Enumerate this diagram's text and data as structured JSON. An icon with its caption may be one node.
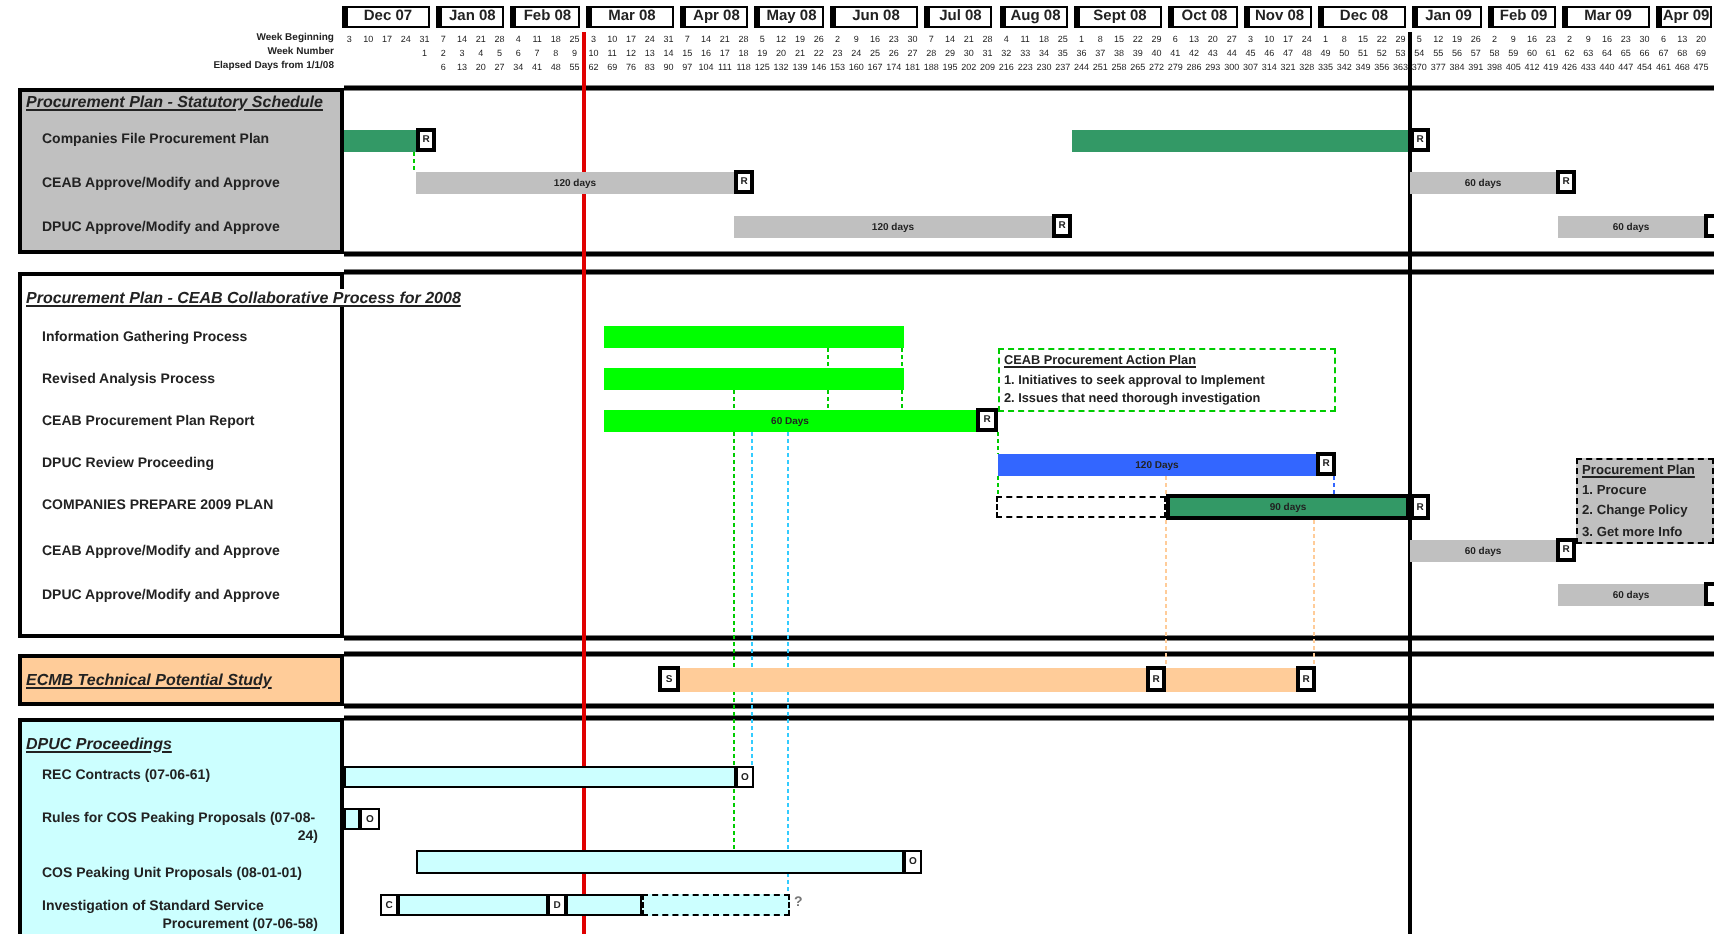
{
  "diagram": {
    "nodes": [
      {
        "text": [
          "Procurement Plan - Statutory Schedule",
          "Companies File Procurement Plan",
          "CEAB Approve/Modify and Approve",
          "DPUC Approve/Modify and Approve"
        ]
      },
      {
        "text": [],
        "shape": "bar"
      },
      {
        "text": [
          "R"
        ]
      },
      {
        "text": [],
        "shape": "bar"
      },
      {
        "text": [
          "R"
        ]
      },
      {
        "text": [
          "120 days"
        ]
      },
      {
        "text": [
          "R"
        ]
      },
      {
        "text": [
          "60 days"
        ]
      },
      {
        "text": [
          "R"
        ]
      },
      {
        "text": [
          "120 days"
        ]
      },
      {
        "text": [
          "R"
        ]
      },
      {
        "text": [
          "60 days"
        ]
      },
      {
        "text": [],
        "shape": "box"
      },
      {
        "text": [
          "Procurement Plan - CEAB Collaborative Process for 2008",
          "Information Gathering Process",
          "Revised Analysis Process",
          "CEAB Procurement Plan Report",
          "DPUC Review Proceeding",
          "COMPANIES PREPARE 2009 PLAN",
          "CEAB Approve/Modify and Approve",
          "DPUC Approve/Modify and Approve"
        ]
      },
      {
        "text": [],
        "shape": "bar"
      },
      {
        "text": [],
        "shape": "bar"
      },
      {
        "text": [
          "60 Days"
        ]
      },
      {
        "text": [
          "R"
        ]
      },
      {
        "text": [
          "CEAB Procurement Action Plan",
          "1. Initiatives to seek approval to Implement",
          "2. Issues that need thorough investigation"
        ]
      },
      {
        "text": [
          "120 Days"
        ]
      },
      {
        "text": [
          "R"
        ]
      },
      {
        "text": [],
        "shape": "bar"
      },
      {
        "text": [
          "90 days"
        ]
      },
      {
        "text": [
          "R"
        ]
      },
      {
        "text": [
          "60 days"
        ]
      },
      {
        "text": [
          "R"
        ]
      },
      {
        "text": [
          "60 days"
        ]
      },
      {
        "text": [],
        "shape": "box"
      },
      {
        "text": [
          "Procurement Plan",
          "1. Procure",
          "2. Change Policy",
          "3. Get more Info"
        ]
      },
      {
        "text": [
          "ECMB Technical Potential Study"
        ]
      },
      {
        "text": [
          "S"
        ]
      },
      {
        "text": [],
        "shape": "bar"
      },
      {
        "text": [
          "R"
        ]
      },
      {
        "text": [],
        "shape": "bar"
      },
      {
        "text": [
          "R"
        ]
      },
      {
        "text": [
          "DPUC Proceedings",
          "REC Contracts (07-06-61)",
          "Rules for COS Peaking Proposals (07-08-24)",
          "COS Peaking Unit Proposals (08-01-01)",
          "Investigation of Standard Service Procurement (07-06-58)"
        ]
      },
      {
        "text": [],
        "shape": "bar"
      },
      {
        "text": [
          "O"
        ]
      },
      {
        "text": [],
        "shape": "bar"
      },
      {
        "text": [
          "O"
        ]
      },
      {
        "text": [],
        "shape": "bar"
      },
      {
        "text": [
          "O"
        ]
      },
      {
        "text": [
          "C"
        ]
      },
      {
        "text": [],
        "shape": "bar"
      },
      {
        "text": [
          "D"
        ]
      },
      {
        "text": [],
        "shape": "bar"
      },
      {
        "text": [],
        "shape": "bar",
        "beside": [
          "?"
        ]
      }
    ],
    "edges": [
      {
        "from": 1,
        "to": 5,
        "arrow": "none",
        "style": "dashed"
      },
      {
        "from": 14,
        "to": 15,
        "arrow": "none",
        "style": "dashed"
      },
      {
        "from": 15,
        "to": 16,
        "arrow": "none",
        "style": "dashed"
      },
      {
        "from": 14,
        "to": 15,
        "arrow": "none",
        "style": "dashed"
      },
      {
        "from": 15,
        "to": 16,
        "arrow": "none",
        "style": "dashed"
      },
      {
        "from": 15,
        "to": 40,
        "arrow": "none",
        "style": "dashed"
      },
      {
        "from": 16,
        "to": 37,
        "arrow": "none",
        "style": "dashed",
        "color": "#33ccff"
      },
      {
        "from": 16,
        "to": 46,
        "arrow": "none",
        "style": "dashed",
        "color": "#33ccff"
      },
      {
        "from": 17,
        "to": 19,
        "arrow": "none",
        "style": "dashed"
      },
      {
        "from": 19,
        "to": 21,
        "arrow": "none",
        "style": "dashed"
      },
      {
        "from": 19,
        "to": 22,
        "arrow": "none",
        "style": "dashed",
        "color": "#ffcc99"
      },
      {
        "from": 20,
        "to": 22,
        "arrow": "none",
        "style": "dashed",
        "color": "#3366ff"
      },
      {
        "from": 22,
        "to": 32,
        "arrow": "none",
        "style": "dashed",
        "color": "#ffcc99"
      },
      {
        "from": 22,
        "to": 34,
        "arrow": "none",
        "style": "dashed",
        "color": "#ffcc99"
      }
    ],
    "labels": [
      "Dec 07",
      "Jan 08",
      "Feb 08",
      "Mar 08",
      "Apr 08",
      "May 08",
      "Jun 08",
      "Jul 08",
      "Aug 08",
      "Sept 08",
      "Oct 08",
      "Nov 08",
      "Dec 08",
      "Jan 09",
      "Feb 09",
      "Mar 09",
      "Apr 09",
      "Week Beginning",
      "3",
      "10",
      "17",
      "24",
      "31",
      "7",
      "14",
      "21",
      "28",
      "4",
      "11",
      "18",
      "25",
      "3",
      "10",
      "17",
      "24",
      "31",
      "7",
      "14",
      "21",
      "28",
      "5",
      "12",
      "19",
      "26",
      "2",
      "9",
      "16",
      "23",
      "30",
      "7",
      "14",
      "21",
      "28",
      "4",
      "11",
      "18",
      "25",
      "1",
      "8",
      "15",
      "22",
      "29",
      "6",
      "13",
      "20",
      "27",
      "3",
      "10",
      "17",
      "24",
      "1",
      "8",
      "15",
      "22",
      "29",
      "5",
      "12",
      "19",
      "26",
      "2",
      "9",
      "16",
      "23",
      "2",
      "9",
      "16",
      "23",
      "30",
      "6",
      "13",
      "20",
      "Week Number",
      "1",
      "2",
      "3",
      "4",
      "5",
      "6",
      "7",
      "8",
      "9",
      "10",
      "11",
      "12",
      "13",
      "14",
      "15",
      "16",
      "17",
      "18",
      "19",
      "20",
      "21",
      "22",
      "23",
      "24",
      "25",
      "26",
      "27",
      "28",
      "29",
      "30",
      "31",
      "32",
      "33",
      "34",
      "35",
      "36",
      "37",
      "38",
      "39",
      "40",
      "41",
      "42",
      "43",
      "44",
      "45",
      "46",
      "47",
      "48",
      "49",
      "50",
      "51",
      "52",
      "53",
      "54",
      "55",
      "56",
      "57",
      "58",
      "59",
      "60",
      "61",
      "62",
      "63",
      "64",
      "65",
      "66",
      "67",
      "68",
      "69",
      "Elapsed Days from 1/1/08",
      "6",
      "13",
      "20",
      "27",
      "34",
      "41",
      "48",
      "55",
      "62",
      "69",
      "76",
      "83",
      "90",
      "97",
      "104",
      "111",
      "118",
      "125",
      "132",
      "139",
      "146",
      "153",
      "160",
      "167",
      "174",
      "181",
      "188",
      "195",
      "202",
      "209",
      "216",
      "223",
      "230",
      "237",
      "244",
      "251",
      "258",
      "265",
      "272",
      "279",
      "286",
      "293",
      "300",
      "307",
      "314",
      "321",
      "328",
      "335",
      "342",
      "349",
      "356",
      "363",
      "370",
      "377",
      "384",
      "391",
      "398",
      "405",
      "412",
      "419",
      "426",
      "433",
      "440",
      "447",
      "454",
      "461",
      "468",
      "475"
    ]
  }
}
